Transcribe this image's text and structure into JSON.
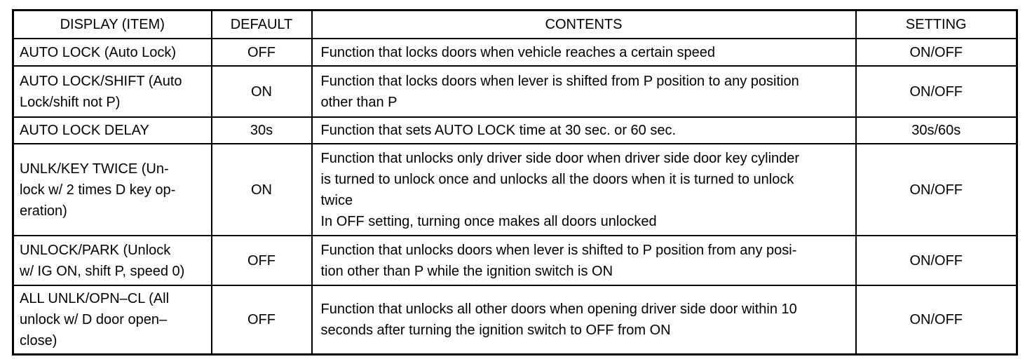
{
  "table": {
    "columns": [
      "DISPLAY (ITEM)",
      "DEFAULT",
      "CONTENTS",
      "SETTING"
    ],
    "rows": [
      {
        "item": "AUTO LOCK (Auto Lock)",
        "default": "OFF",
        "contents": "Function that locks doors when vehicle reaches a certain speed",
        "setting": "ON/OFF"
      },
      {
        "item": "AUTO LOCK/SHIFT (Auto\nLock/shift not P)",
        "default": "ON",
        "contents": "Function that locks doors when lever is shifted from P position to any position\nother than P",
        "setting": "ON/OFF"
      },
      {
        "item": "AUTO LOCK DELAY",
        "default": "30s",
        "contents": "Function that sets AUTO LOCK time at 30 sec. or 60 sec.",
        "setting": "30s/60s"
      },
      {
        "item": "UNLK/KEY TWICE (Un-\nlock w/ 2 times D key op-\neration)",
        "default": "ON",
        "contents": "Function that unlocks only driver side door when driver side door key cylinder\nis turned to unlock once and unlocks all the doors when it is turned to unlock\ntwice\nIn OFF setting, turning once makes all doors unlocked",
        "setting": "ON/OFF"
      },
      {
        "item": "UNLOCK/PARK  (Unlock\nw/ IG ON, shift P, speed 0)",
        "default": "OFF",
        "contents": "Function that unlocks doors when lever is shifted to P position from any posi-\ntion other than P while the ignition switch is ON",
        "setting": "ON/OFF"
      },
      {
        "item": "ALL UNLK/OPN–CL (All\nunlock w/ D door open–\nclose)",
        "default": "OFF",
        "contents": "Function that unlocks all other doors when opening driver side door within 10\nseconds after turning the ignition switch to OFF from ON",
        "setting": "ON/OFF"
      }
    ]
  }
}
